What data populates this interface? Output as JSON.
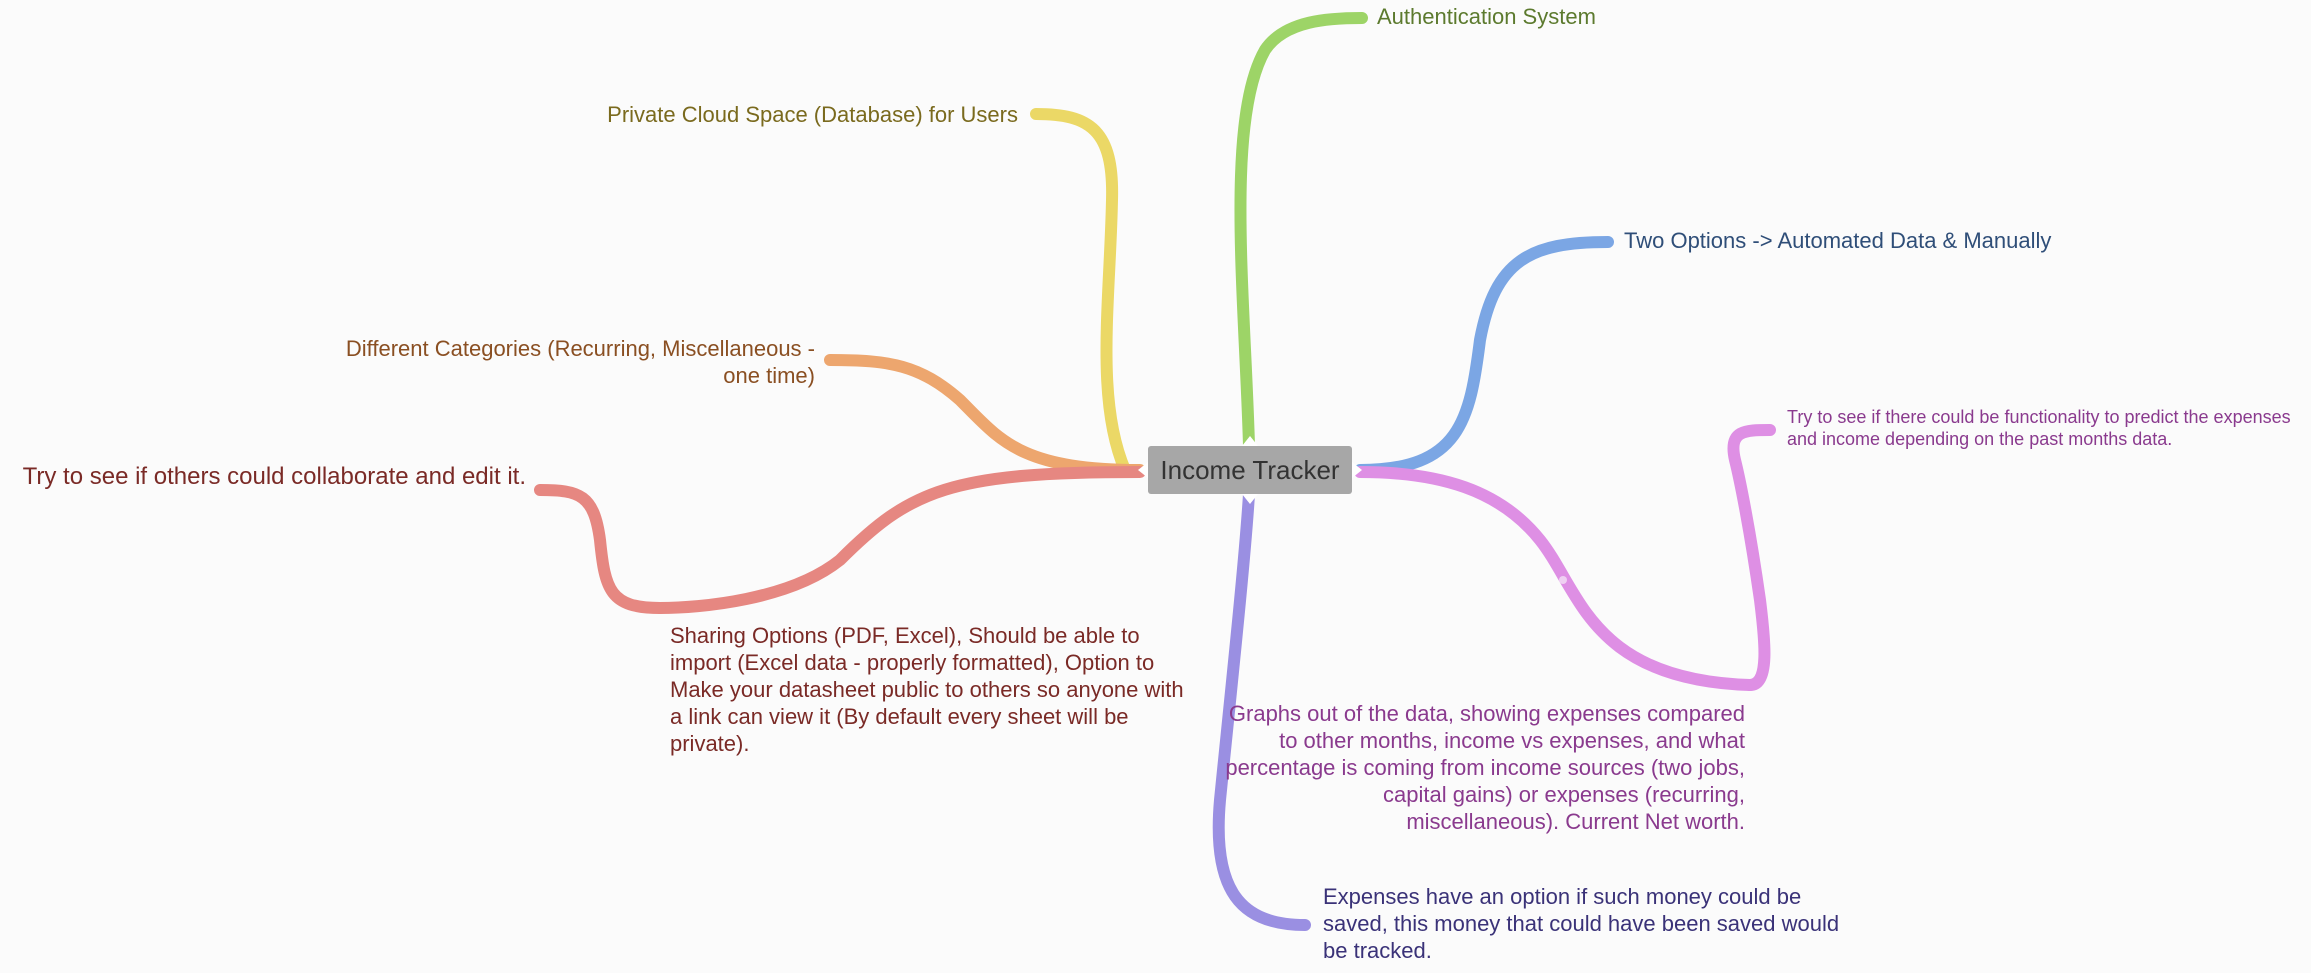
{
  "central_topic": {
    "label": "Income Tracker",
    "color": "#a7a7a7"
  },
  "branches": [
    {
      "id": "auth",
      "label": "Authentication System",
      "line_color": "#9dd467",
      "text_color": "#5c7a2e"
    },
    {
      "id": "cloud",
      "label": "Private Cloud Space (Database) for Users",
      "line_color": "#ebd866",
      "text_color": "#7a6a1e"
    },
    {
      "id": "two-options",
      "label": "Two Options -> Automated Data & Manually",
      "line_color": "#7ba6e4",
      "text_color": "#2f4e78"
    },
    {
      "id": "categories",
      "label": "Different Categories (Recurring, Miscellaneous - one time)",
      "line_color": "#eda66e",
      "text_color": "#8a4f22"
    },
    {
      "id": "predict",
      "label": "Try to see if there could be functionality to predict the expenses and income depending on the past months data.",
      "line_color": "#de8fe4",
      "text_color": "#8a3a8e"
    },
    {
      "id": "collab",
      "label": "Try to see if others could collaborate and edit it.",
      "line_color": "#e68781",
      "text_color": "#7a2a26"
    },
    {
      "id": "sharing",
      "label": "Sharing Options (PDF, Excel), Should be able to import (Excel data - properly formatted), Option to Make your datasheet public to others so anyone with a link can view it (By default every sheet will be private).",
      "line_color": "#e68781",
      "text_color": "#7a2a26"
    },
    {
      "id": "graphs",
      "label": "Graphs out of the data, showing expenses compared to other months, income vs expenses, and what percentage is coming from income sources (two jobs, capital gains) or expenses (recurring, miscellaneous). Current Net worth.",
      "line_color": "#de8fe4",
      "text_color": "#8a3a8e"
    },
    {
      "id": "savings",
      "label": "Expenses have an option if such money could be saved, this money that could have been saved would be tracked.",
      "line_color": "#9a8fe2",
      "text_color": "#3a3278"
    }
  ]
}
